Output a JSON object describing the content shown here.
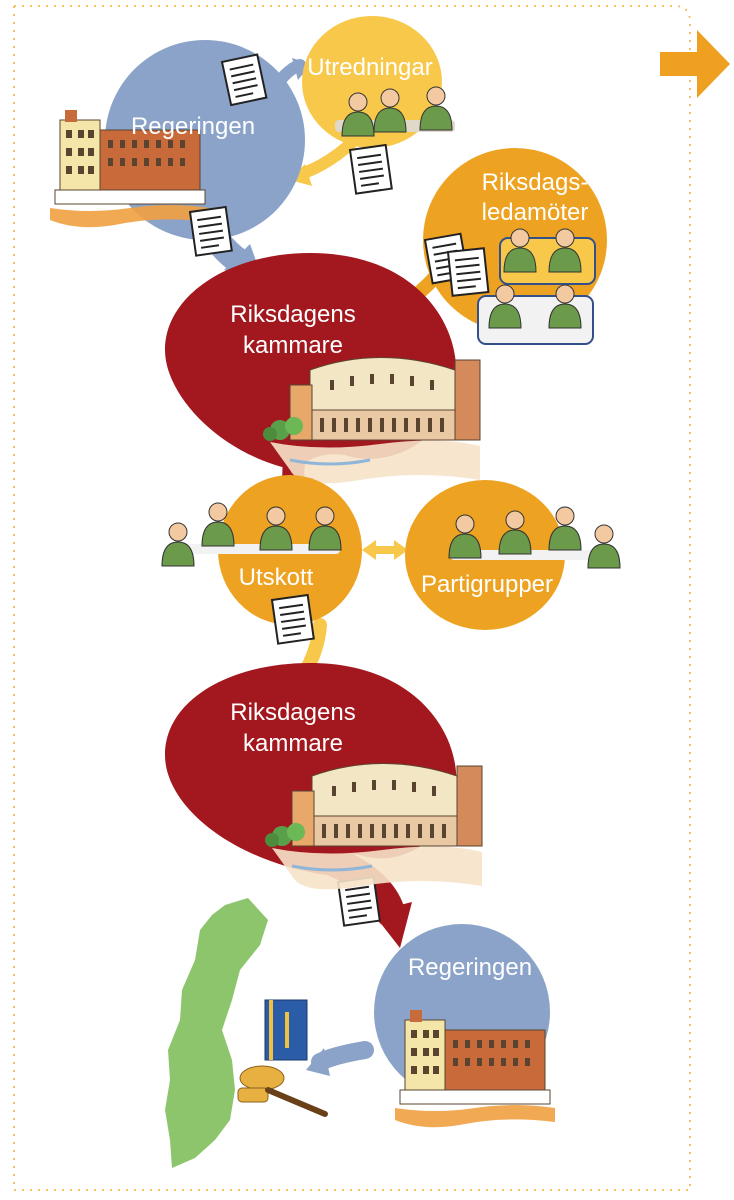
{
  "nodes": {
    "regeringen_top": "Regeringen",
    "utredningar": "Utredningar",
    "riksdagsledamoter_line1": "Riksdags-",
    "riksdagsledamoter_line2": "ledamöter",
    "kammare_1_line1": "Riksdagens",
    "kammare_1_line2": "kammare",
    "utskott": "Utskott",
    "partigrupper": "Partigrupper",
    "kammare_2_line1": "Riksdagens",
    "kammare_2_line2": "kammare",
    "regeringen_bottom": "Regeringen"
  },
  "colors": {
    "regeringen": "#8ba3c9",
    "utredningar": "#f8c84a",
    "orange": "#eda321",
    "kammare": "#a3181f",
    "sweden": "#8dc56c",
    "border": "#f2c26a",
    "next_arrow": "#f0a020"
  },
  "icons": [
    "next-arrow-icon",
    "document-icon",
    "government-building-icon",
    "parliament-building-icon",
    "meeting-people-icon",
    "sweden-map-icon",
    "law-book-icon",
    "gavel-icon"
  ]
}
